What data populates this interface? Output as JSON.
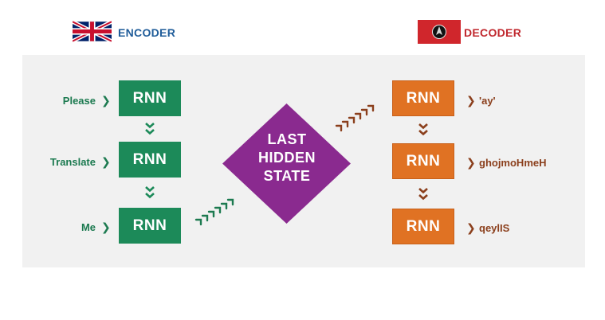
{
  "encoder": {
    "title": "ENCODER",
    "flag_icon": "uk-flag-icon"
  },
  "decoder": {
    "title": "DECODER",
    "flag_icon": "klingon-flag-icon"
  },
  "encoder_steps": [
    {
      "input": "Please",
      "cell": "RNN"
    },
    {
      "input": "Translate",
      "cell": "RNN"
    },
    {
      "input": "Me",
      "cell": "RNN"
    }
  ],
  "hidden_state": {
    "lines": [
      "LAST",
      "HIDDEN",
      "STATE"
    ]
  },
  "decoder_steps": [
    {
      "output": "'ay'",
      "cell": "RNN"
    },
    {
      "output": "ghojmoHmeH",
      "cell": "RNN"
    },
    {
      "output": "qeylIS",
      "cell": "RNN"
    }
  ],
  "colors": {
    "encoder_green": "#1c8a59",
    "decoder_orange": "#e07223",
    "hidden_state_purple": "#8a2a8f",
    "decoder_arrow_brown": "#8b3f1c",
    "panel_background": "#f1f1f1"
  }
}
